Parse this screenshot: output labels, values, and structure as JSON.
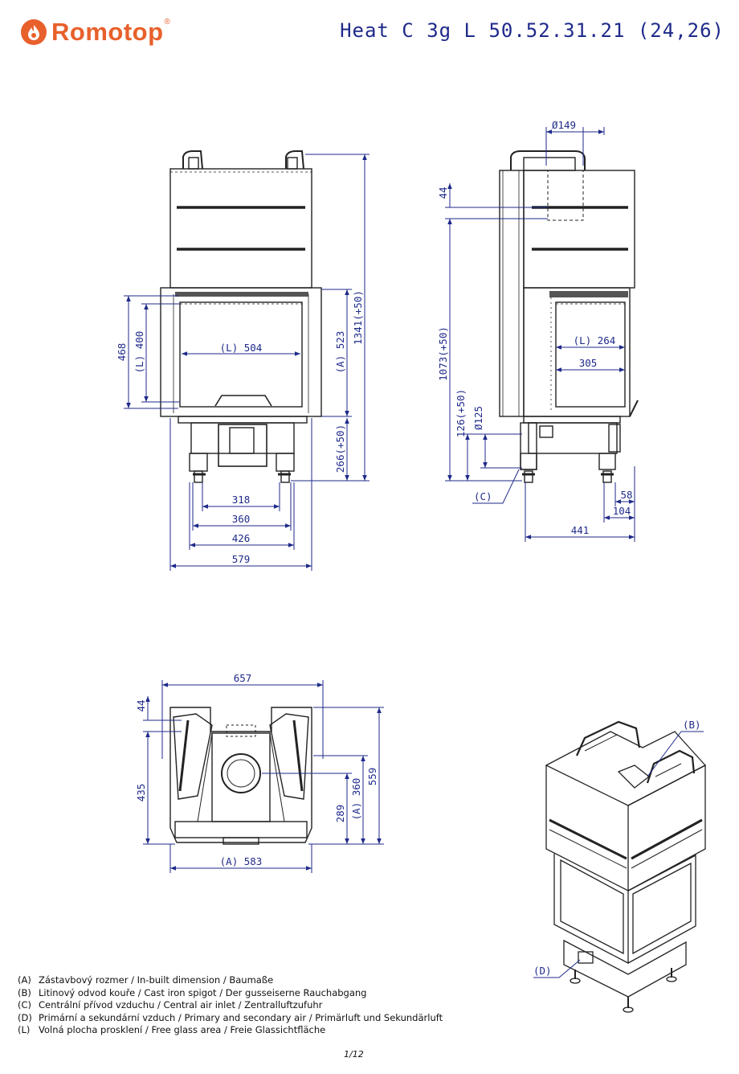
{
  "brand": {
    "name": "Romotop",
    "mark": "®",
    "color": "#e8602c"
  },
  "model": "Heat C 3g L 50.52.31.21 (24,26)",
  "dimensions": {
    "front": {
      "l504": "(L) 504",
      "l400": "(L) 400",
      "d468": "468",
      "a523": "(A) 523",
      "h1341": "1341(+50)",
      "h266": "266(+50)",
      "w318": "318",
      "w360": "360",
      "w426": "426",
      "w579": "579"
    },
    "side": {
      "d149": "Ø149",
      "d44": "44",
      "h1073": "1073(+50)",
      "l264": "(L) 264",
      "w305": "305",
      "h126": "126(+50)",
      "d125": "Ø125",
      "w58": "58",
      "w104": "104",
      "w441": "441",
      "c_label": "(C)"
    },
    "top": {
      "w657": "657",
      "d44": "44",
      "d435": "435",
      "d289": "289",
      "a360": "(A) 360",
      "d559": "559",
      "a583": "(A) 583"
    },
    "iso": {
      "b_label": "(B)",
      "d_label": "(D)"
    }
  },
  "legend": [
    {
      "key": "(A)",
      "text": "Zástavbový rozmer / In-built dimension / Baumaße"
    },
    {
      "key": "(B)",
      "text": "Litinový odvod kouře / Cast iron spigot / Der gusseiserne Rauchabgang"
    },
    {
      "key": "(C)",
      "text": "Centrální přívod vzduchu / Central air inlet / Zentralluftzufuhr"
    },
    {
      "key": "(D)",
      "text": "Primární a sekundární vzduch / Primary and secondary air / Primärluft und  Sekundärluft"
    },
    {
      "key": "(L)",
      "text": "Volná plocha prosklení / Free glass area / Freie Glassichtfläche"
    }
  ],
  "page": "1/12",
  "colors": {
    "dimension": "#1f2a8a",
    "outline": "#222222",
    "accent": "#e8602c"
  }
}
